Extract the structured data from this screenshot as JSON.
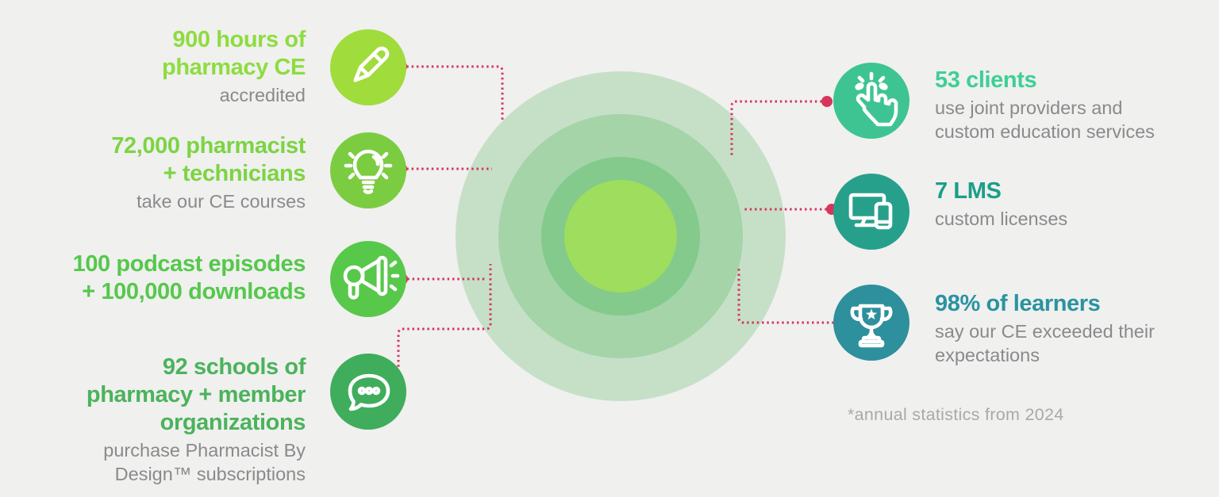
{
  "canvas": {
    "background": "#f0f0ef"
  },
  "rings": {
    "colors": [
      "#c6e0c7",
      "#a4d4a7",
      "#83ca8c",
      "#9edd5e"
    ]
  },
  "connector": {
    "color": "#d6365c"
  },
  "left_stats": [
    {
      "heading": "900 hours of\npharmacy CE",
      "sub": "accredited",
      "heading_color": "#8edc3f",
      "circle_color": "#a0dc3c",
      "icon": "pencil-icon"
    },
    {
      "heading": "72,000 pharmacist\n+ technicians",
      "sub": "take our CE courses",
      "heading_color": "#7cd442",
      "circle_color": "#7ccc42",
      "icon": "lightbulb-icon"
    },
    {
      "heading": "100 podcast episodes\n+ 100,000 downloads",
      "sub": "",
      "heading_color": "#55c84b",
      "circle_color": "#58c84b",
      "icon": "megaphone-icon"
    },
    {
      "heading": "92 schools of\npharmacy + member\norganizations",
      "sub": "purchase Pharmacist By\nDesign™ subscriptions",
      "heading_color": "#4bb35c",
      "circle_color": "#3fad5c",
      "icon": "speech-bubble-icon"
    }
  ],
  "right_stats": [
    {
      "heading": "53 clients",
      "sub": "use joint providers and\ncustom education services",
      "heading_color": "#3ecf96",
      "circle_color": "#3ec492",
      "icon": "click-hand-icon"
    },
    {
      "heading": "7 LMS",
      "sub": "custom licenses",
      "heading_color": "#1b9e88",
      "circle_color": "#27a08b",
      "icon": "devices-icon"
    },
    {
      "heading": "98% of learners",
      "sub": "say our CE exceeded their\nexpectations",
      "heading_color": "#2a93a0",
      "circle_color": "#2d909c",
      "icon": "trophy-icon"
    }
  ],
  "footnote": "*annual statistics from 2024",
  "text_colors": {
    "subtext": "#8a8a8d",
    "footnote": "#a9a9ab"
  }
}
